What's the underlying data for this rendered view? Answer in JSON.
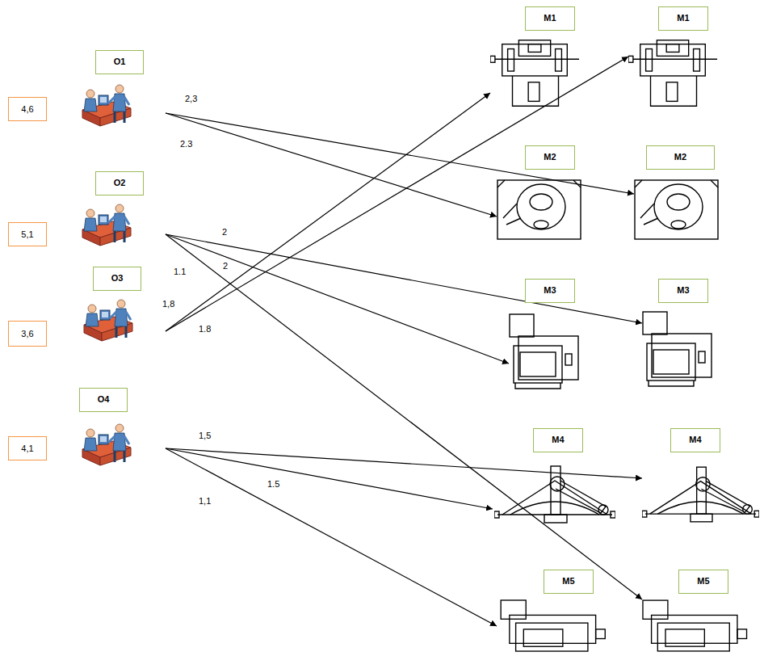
{
  "diagram": {
    "nodes": [
      {
        "text": [
          "O1"
        ]
      },
      {
        "text": [
          "4,6"
        ]
      },
      {
        "text": [
          "O2"
        ]
      },
      {
        "text": [
          "5,1"
        ]
      },
      {
        "text": [
          "O3"
        ]
      },
      {
        "text": [
          "3,6"
        ]
      },
      {
        "text": [
          "O4"
        ]
      },
      {
        "text": [
          "4,1"
        ]
      },
      {
        "text": [
          "M1"
        ]
      },
      {
        "text": [
          "M1"
        ]
      },
      {
        "text": [
          "M2"
        ]
      },
      {
        "text": [
          "M2"
        ]
      },
      {
        "text": [
          "M3"
        ]
      },
      {
        "text": [
          "M3"
        ]
      },
      {
        "text": [
          "M4"
        ]
      },
      {
        "text": [
          "M4"
        ]
      },
      {
        "text": [
          "M5"
        ]
      },
      {
        "text": [
          "M5"
        ]
      }
    ],
    "edges": [
      {
        "from": 0,
        "to": 11,
        "arrow": "to",
        "label": "2,3"
      },
      {
        "from": 0,
        "to": 10,
        "arrow": "to",
        "label": "2.3"
      },
      {
        "from": 2,
        "to": 13,
        "arrow": "to",
        "label": "2"
      },
      {
        "from": 2,
        "to": 12,
        "arrow": "to",
        "label": "2"
      },
      {
        "from": 2,
        "to": 17,
        "arrow": "to",
        "label": "1.1"
      },
      {
        "from": 4,
        "to": 8,
        "arrow": "to",
        "label": "1,8"
      },
      {
        "from": 4,
        "to": 9,
        "arrow": "to",
        "label": "1.8"
      },
      {
        "from": 6,
        "to": 15,
        "arrow": "to",
        "label": "1,5"
      },
      {
        "from": 6,
        "to": 14,
        "arrow": "to",
        "label": "1.5"
      },
      {
        "from": 6,
        "to": 16,
        "arrow": "to",
        "label": "1,1"
      }
    ]
  }
}
